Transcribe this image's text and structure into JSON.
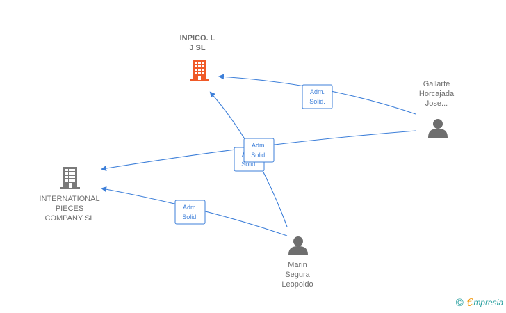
{
  "nodes": {
    "inpico": {
      "label_lines": [
        "INPICO. L",
        "J  SL"
      ],
      "kind": "company",
      "color": "#f05a28"
    },
    "international": {
      "label_lines": [
        "INTERNATIONAL",
        "PIECES",
        "COMPANY  SL"
      ],
      "kind": "company",
      "color": "#7a7a7a"
    },
    "gallarte": {
      "label_lines": [
        "Gallarte",
        "Horcajada",
        "Jose..."
      ],
      "kind": "person",
      "color": "#6e6e6e"
    },
    "marin": {
      "label_lines": [
        "Marin",
        "Segura",
        "Leopoldo"
      ],
      "kind": "person",
      "color": "#6e6e6e"
    }
  },
  "edges": [
    {
      "from": "gallarte",
      "to": "inpico",
      "label_lines": [
        "Adm.",
        "Solid."
      ]
    },
    {
      "from": "gallarte",
      "to": "international",
      "label_lines": [
        "Adm.",
        "Solid."
      ]
    },
    {
      "from": "marin",
      "to": "inpico",
      "label_lines": [
        "Adm.",
        "Solid."
      ]
    },
    {
      "from": "marin",
      "to": "international",
      "label_lines": [
        "Adm.",
        "Solid."
      ]
    }
  ],
  "watermark": {
    "copyright": "©",
    "brand_initial": "€",
    "brand_rest": "mpresia"
  },
  "colors": {
    "edge": "#3d7fd9",
    "label_text": "#6e6e6e"
  }
}
